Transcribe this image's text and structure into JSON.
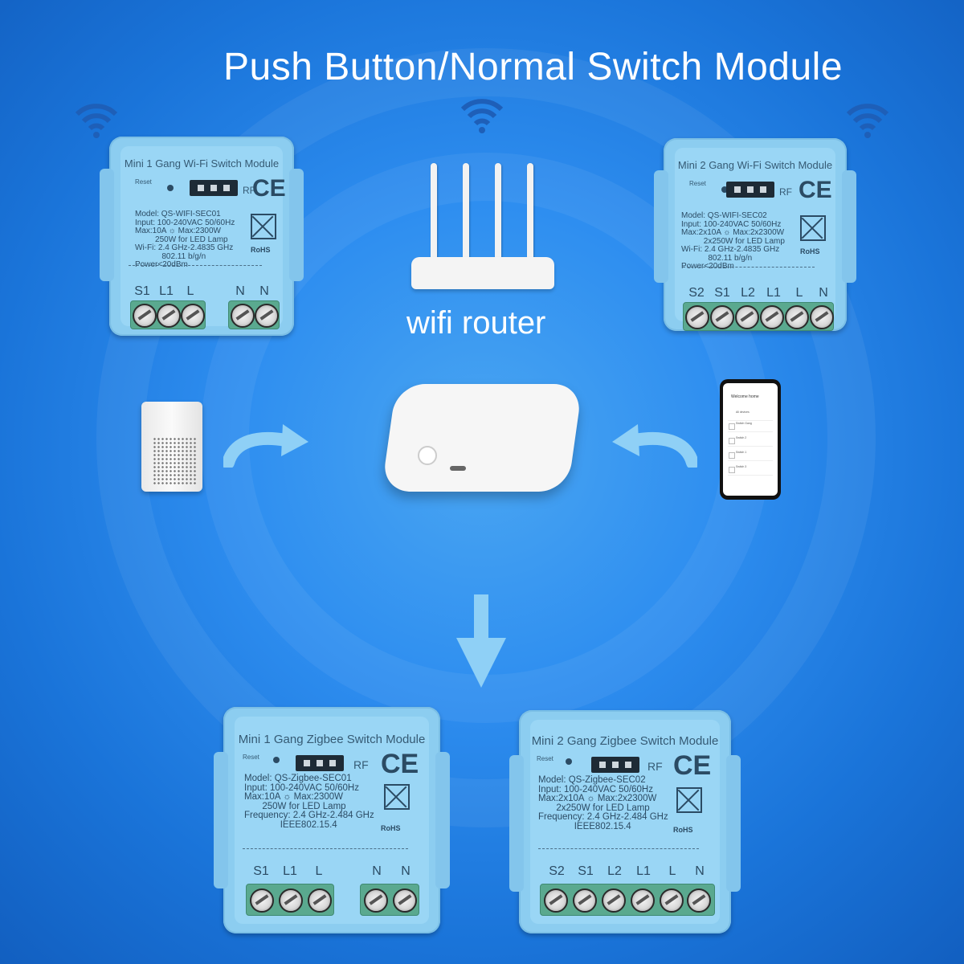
{
  "title": "Push Button/Normal Switch Module",
  "router_caption": "wifi router",
  "colors": {
    "background": "#2e8ef0",
    "module": "#9ad6f5",
    "terminal": "#5aa98f",
    "text": "#ffffff"
  },
  "modules": {
    "wifi1": {
      "title": "Mini 1 Gang Wi-Fi Switch Module",
      "reset": "Reset",
      "rf": "RF",
      "ce": "CE",
      "rohs": "RoHS",
      "spec": "Model: QS-WIFI-SEC01\nInput: 100-240VAC 50/60Hz\nMax:10A ☼ Max:2300W\n         250W for LED Lamp\nWi-Fi: 2.4 GHz-2.4835 GHz\n            802.11 b/g/n\nPower<20dBm",
      "terminals": [
        "S1",
        "L1",
        "L",
        "N",
        "N"
      ]
    },
    "wifi2": {
      "title": "Mini 2 Gang Wi-Fi Switch Module",
      "reset": "Reset",
      "rf": "RF",
      "ce": "CE",
      "rohs": "RoHS",
      "spec": "Model: QS-WIFI-SEC02\nInput: 100-240VAC 50/60Hz\nMax:2x10A ☼ Max:2x2300W\n          2x250W for LED Lamp\nWi-Fi: 2.4 GHz-2.4835 GHz\n            802.11 b/g/n\nPower<20dBm",
      "terminals": [
        "S2",
        "S1",
        "L2",
        "L1",
        "L",
        "N"
      ]
    },
    "zigbee1": {
      "title": "Mini 1 Gang Zigbee Switch Module",
      "reset": "Reset",
      "rf": "RF",
      "ce": "CE",
      "rohs": "RoHS",
      "spec": "Model: QS-Zigbee-SEC01\nInput: 100-240VAC 50/60Hz\nMax:10A ☼ Max:2300W\n       250W for LED Lamp\nFrequency: 2.4 GHz-2.484 GHz\n              IEEE802.15.4",
      "terminals": [
        "S1",
        "L1",
        "L",
        "N",
        "N"
      ]
    },
    "zigbee2": {
      "title": "Mini 2 Gang Zigbee Switch Module",
      "reset": "Reset",
      "rf": "RF",
      "ce": "CE",
      "rohs": "RoHS",
      "spec": "Model: QS-Zigbee-SEC02\nInput: 100-240VAC 50/60Hz\nMax:2x10A ☼ Max:2x2300W\n       2x250W for LED Lamp\nFrequency: 2.4 GHz-2.484 GHz\n              IEEE802.15.4",
      "terminals": [
        "S2",
        "S1",
        "L2",
        "L1",
        "L",
        "N"
      ]
    }
  },
  "phone": {
    "header": "Welcome home",
    "rows": [
      "All devices",
      "Switch Gang",
      "Switch 2",
      "Switch 1",
      "Switch 3"
    ]
  },
  "icons": [
    "wifi-signal-icon",
    "wifi-router",
    "zigbee-hub",
    "smart-speaker",
    "smartphone",
    "curved-arrow-icon",
    "down-arrow-icon"
  ]
}
